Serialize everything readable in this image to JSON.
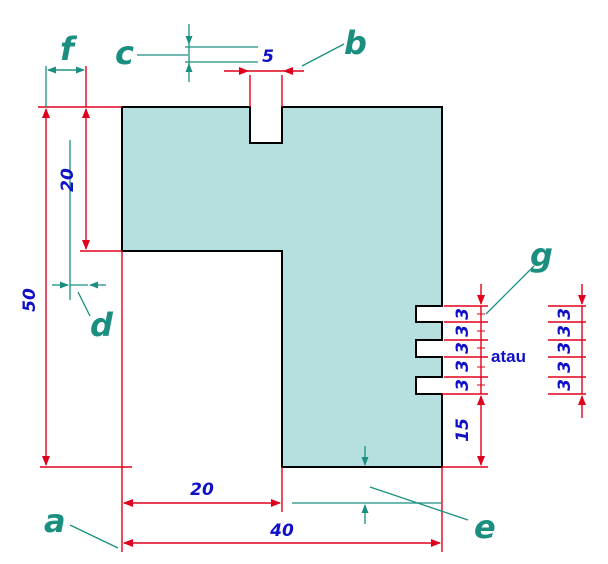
{
  "colors": {
    "plate_fill": "#b6dfe0",
    "outline": "#000000",
    "dimension_line": "#e0001c",
    "leader_line": "#1a8f80",
    "dimension_text": "#1010c8",
    "letter_text": "#1a8f80"
  },
  "labels": {
    "a": "a",
    "b": "b",
    "c": "c",
    "d": "d",
    "e": "e",
    "f": "f",
    "g": "g"
  },
  "dimensions": {
    "total_height": "50",
    "inner_height": "20",
    "slot_width_top": "5",
    "inner_width": "20",
    "total_width": "40",
    "bottom_gap": "15",
    "pitch_main": [
      "3",
      "3",
      "3",
      "3",
      "3",
      "3"
    ],
    "pitch_alt": [
      "3",
      "3",
      "3",
      "3",
      "3"
    ]
  },
  "text": {
    "alternative": "atau"
  }
}
